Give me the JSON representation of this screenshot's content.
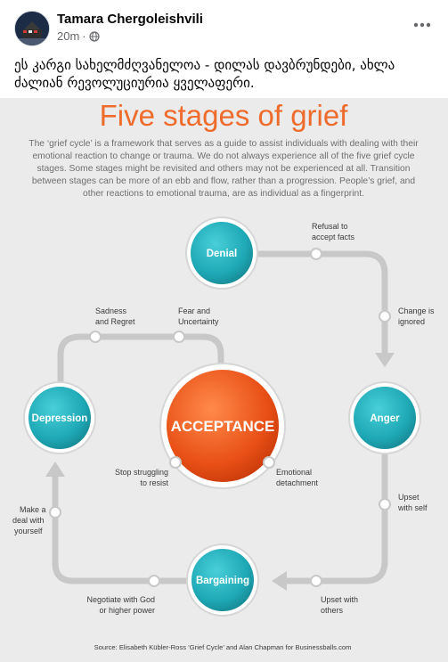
{
  "post": {
    "author": "Tamara Chergoleishvili",
    "time": "20m",
    "separator": "·",
    "audience_icon": "globe-icon",
    "more_icon": "more-options-icon",
    "text_line1": "ეს კარგი სახელმძღვანელოა - დილას დავბრუნდები, ახლა",
    "text_line2": "ძალიან რევოლუციურია ყველაფერი."
  },
  "infographic": {
    "title": "Five stages of grief",
    "intro": [
      "The ‘grief cycle’ is a framework that serves as a guide to assist individuals with dealing with their",
      "emotional reaction to change or trauma. We do not always experience all of the five grief cycle",
      "stages. Some stages might be revisited and others may not be experienced at all. Transition",
      "between stages can be more of an ebb and flow, rather than a progression.  People’s grief, and",
      "other reactions to emotional trauma, are as individual as a fingerprint."
    ],
    "stages": {
      "denial": "Denial",
      "anger": "Anger",
      "bargaining": "Bargaining",
      "depression": "Depression",
      "acceptance": "ACCEPTANCE"
    },
    "labels": {
      "refusal_1": "Refusal to",
      "refusal_2": "accept facts",
      "change_1": "Change is",
      "change_2": "ignored",
      "upset_self_1": "Upset",
      "upset_self_2": "with self",
      "upset_others_1": "Upset with",
      "upset_others_2": "others",
      "negotiate_1": "Negotiate with God",
      "negotiate_2": "or higher power",
      "deal_1": "Make a",
      "deal_2": "deal with",
      "deal_3": "yourself",
      "sadness_1": "Sadness",
      "sadness_2": "and Regret",
      "fear_1": "Fear and",
      "fear_2": "Uncertainty",
      "stop_1": "Stop struggling",
      "stop_2": "to resist",
      "emotional_1": "Emotional",
      "emotional_2": "detachment"
    },
    "source": "Source: Elisabeth Kübler-Ross ‘Grief Cycle’ and Alan Chapman for Businessballs.com"
  },
  "colors": {
    "title_orange": "#ee6b2c",
    "stage_teal": "#21a7b4",
    "acceptance_orange": "#e64a14",
    "path_gray": "#c8c8c8"
  }
}
